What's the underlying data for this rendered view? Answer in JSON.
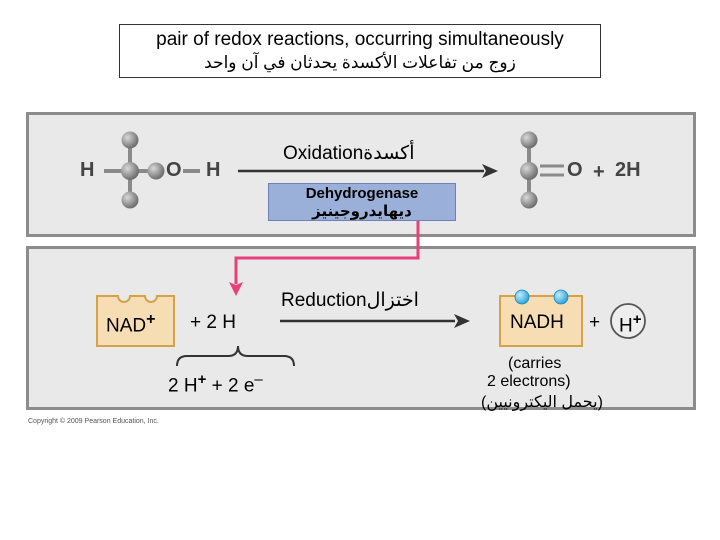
{
  "title": {
    "english": "pair of redox reactions, occurring simultaneously",
    "arabic": "زوج من تفاعلات الأكسدة يحدثان في آن واحد"
  },
  "oxidation": {
    "label": "Oxidation",
    "label_ar": "أكسدة",
    "enzyme": "Dehydrogenase",
    "enzyme_ar": "ديهايدروجينيز",
    "reactant_atoms": [
      "H",
      "O",
      "H"
    ],
    "product_atom": "O",
    "product_plus": "+",
    "product_hydrogen": "2H"
  },
  "reduction": {
    "label": "Reduction",
    "label_ar": "اختزال",
    "reactant": "NAD",
    "reactant_charge": "+",
    "plus_2h": "+ 2 H",
    "expansion_h": "2 H",
    "expansion_h_charge": "+",
    "expansion_plus_e": "+  2 e",
    "expansion_e_charge": "–",
    "product": "NADH",
    "product_plus": "+",
    "product_h": "H",
    "product_h_charge": "+",
    "note_line1": "(carries",
    "note_line2": "2 electrons)",
    "note_line3": "(يحمل اليكترونيين)"
  },
  "copyright": "Copyright © 2009 Pearson Education, Inc.",
  "colors": {
    "arrow": "#e8407a",
    "nad_fill": "#f7ddb4",
    "nad_border": "#d5a24a",
    "enzyme_box": "#9ab0d8",
    "electron": "#62c7ef",
    "atom": "#8c8c8c"
  }
}
